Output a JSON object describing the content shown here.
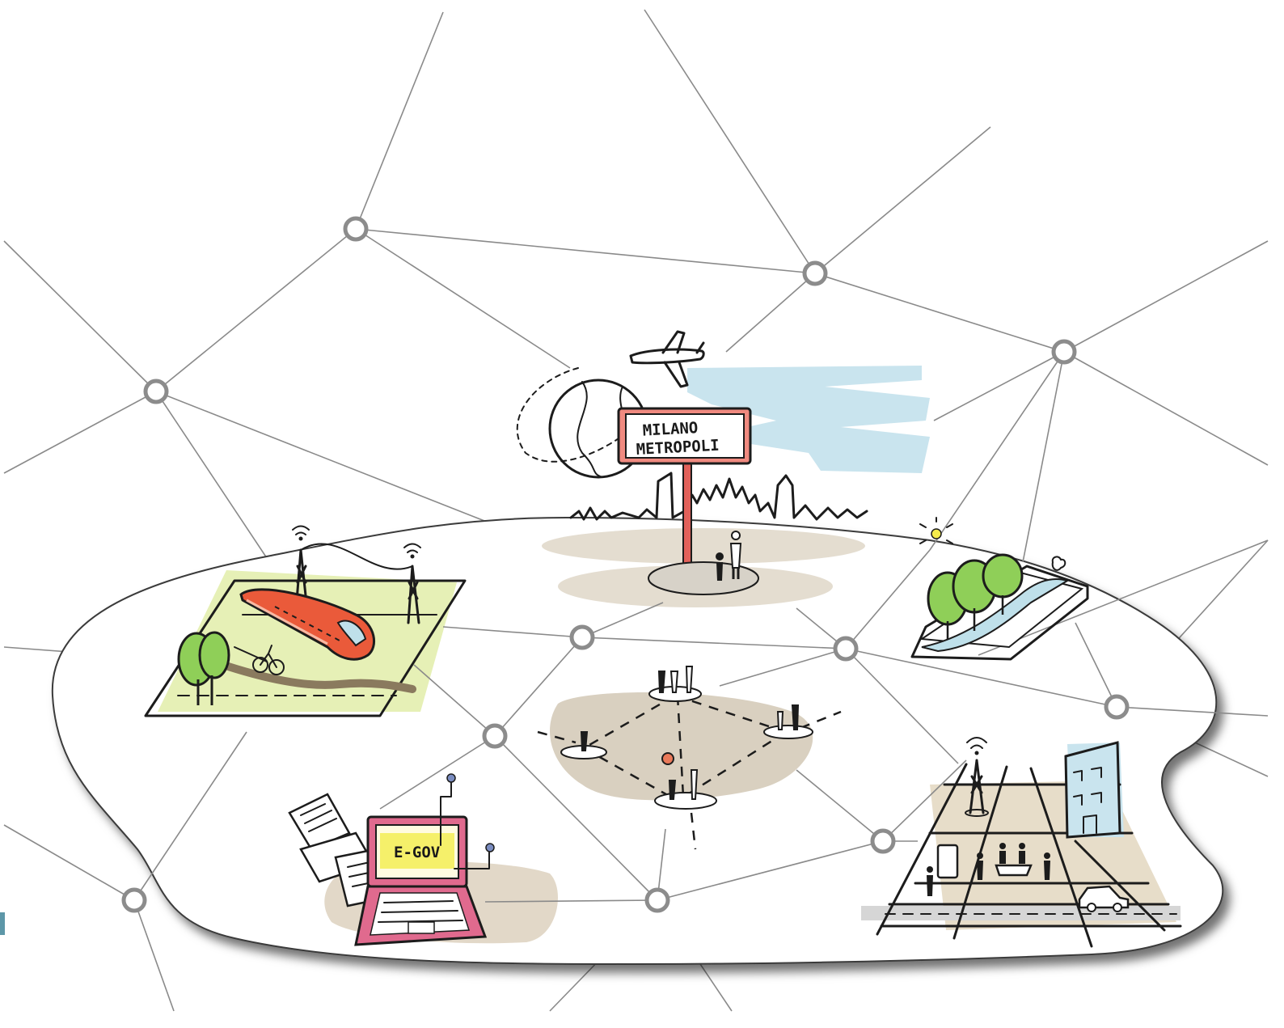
{
  "sign": {
    "line1": "MILANO",
    "line2": "METROPOLI"
  },
  "laptop": {
    "screen_label": "E-GOV"
  },
  "colors": {
    "network_line": "#8a8a8a",
    "node_stroke": "#8c8c8c",
    "sign_red": "#e2615a",
    "sky_blue": "#c9e4ee",
    "ground_beige": "#d9d0c0",
    "grass_green": "#8fcf58",
    "field_yellow_green": "#e6f0b6",
    "laptop_pink": "#e06a8e",
    "screen_yellow": "#f5f06a",
    "train_orange": "#ea5a3a"
  },
  "icons": [
    "airplane-icon",
    "globe-icon",
    "skyline-icon",
    "train-icon",
    "pylon-icon",
    "wifi-icon",
    "tree-icon",
    "cyclist-icon",
    "laptop-icon",
    "document-icon",
    "person-icon",
    "building-icon",
    "smartphone-icon",
    "car-icon",
    "river-icon",
    "sun-icon"
  ]
}
